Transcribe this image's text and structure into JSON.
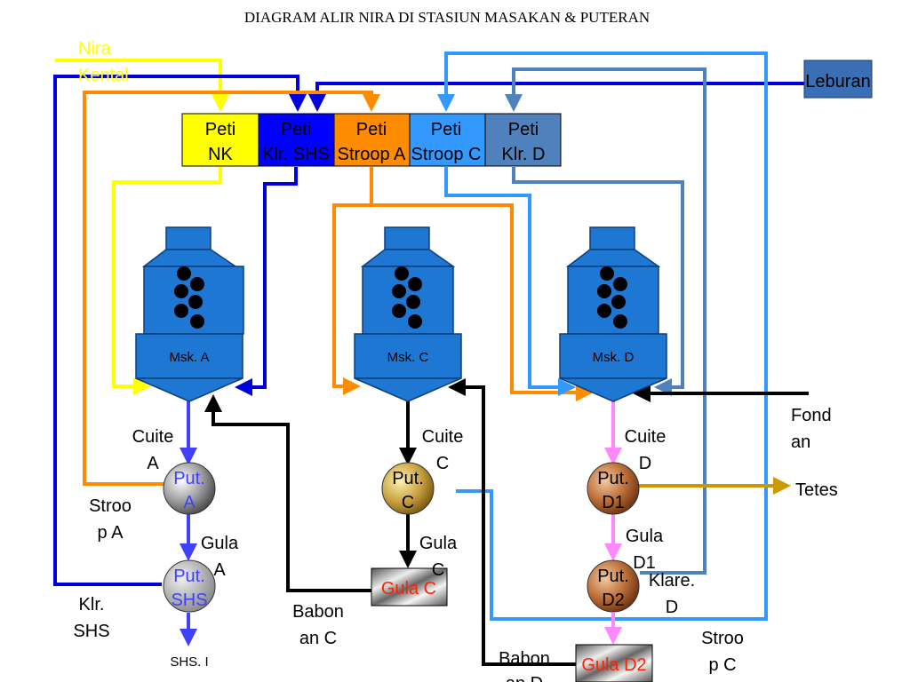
{
  "title": "DIAGRAM ALIR  NIRA DI STASIUN MASAKAN & PUTERAN",
  "tanks": [
    {
      "line1": "Peti",
      "line2": "NK",
      "fill": "#ffff00"
    },
    {
      "line1": "Peti",
      "line2": "Klr. SHS",
      "fill": "#0000ff"
    },
    {
      "line1": "Peti",
      "line2": "Stroop A",
      "fill": "#ff8c00"
    },
    {
      "line1": "Peti",
      "line2": "Stroop C",
      "fill": "#3399ff"
    },
    {
      "line1": "Peti",
      "line2": "Klr. D",
      "fill": "#4f81bd"
    }
  ],
  "pans": [
    "Msk. A",
    "Msk. C",
    "Msk. D"
  ],
  "centrifugals": [
    {
      "line1": "Put.",
      "line2": "A"
    },
    {
      "line1": "Put.",
      "line2": "SHS"
    },
    {
      "line1": "Put.",
      "line2": "C"
    },
    {
      "line1": "Put.",
      "line2": "D1"
    },
    {
      "line1": "Put.",
      "line2": "D2"
    }
  ],
  "boxes": {
    "leburan": "Leburan",
    "gula_c": "Gula C",
    "gula_d2": "Gula D2"
  },
  "labels": {
    "nira_kental_1": "Nira",
    "nira_kental_2": "Kental",
    "cuite_a_1": "Cuite",
    "cuite_a_2": "A",
    "cuite_c_1": "Cuite",
    "cuite_c_2": "C",
    "cuite_d_1": "Cuite",
    "cuite_d_2": "D",
    "stroop_a_1": "Stroo",
    "stroop_a_2": "p A",
    "gula_a_1": "Gula",
    "gula_a_2": "A",
    "gula_c_1": "Gula",
    "gula_c_2": "C",
    "gula_d1_1": "Gula",
    "gula_d1_2": "D1",
    "klr_shs_1": "Klr.",
    "klr_shs_2": "SHS",
    "klare_d_1": "Klare.",
    "klare_d_2": "D",
    "babonan_c_1": "Babon",
    "babonan_c_2": "an C",
    "babonan_d_1": "Babon",
    "babonan_d_2": "an D",
    "stroop_c_1": "Stroo",
    "stroop_c_2": "p C",
    "fondan_1": "Fond",
    "fondan_2": "an",
    "tetes": "Tetes",
    "shs_i": "SHS. I"
  },
  "colors": {
    "nira_kental": "#ffff00",
    "klr_shs": "#0000dd",
    "stroop_a": "#ff8c00",
    "stroop_c": "#3399ff",
    "klr_d": "#4f81bd",
    "pan": "#1f77d4",
    "black": "#000000",
    "cuite_a": "#4040ff",
    "cuite_d": "#ff88ff",
    "tetes": "#cc9900",
    "gula_text": "#ff2200"
  }
}
